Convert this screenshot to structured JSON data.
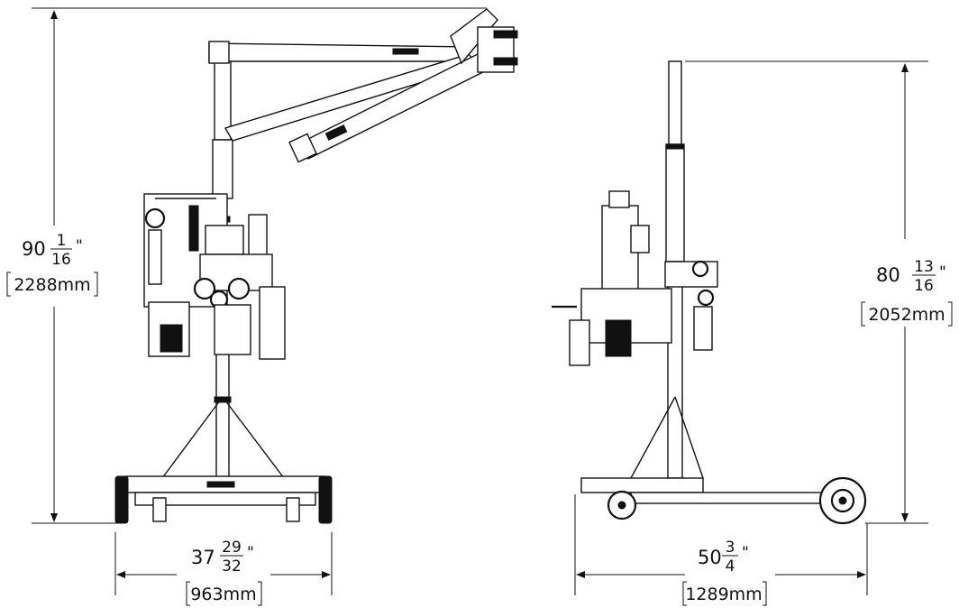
{
  "dimensions": {
    "front_height": {
      "whole": "90",
      "num": "1",
      "den": "16",
      "unit": "\"",
      "mm": "2288mm"
    },
    "side_height": {
      "whole": "80",
      "num": "13",
      "den": "16",
      "unit": "\"",
      "mm": "2052mm"
    },
    "front_width": {
      "whole": "37",
      "num": "29",
      "den": "32",
      "unit": "\"",
      "mm": "963mm"
    },
    "side_length": {
      "whole": "50",
      "num": "3",
      "den": "4",
      "unit": "\"",
      "mm": "1289mm"
    }
  },
  "colors": {
    "line": "#111111",
    "background": "#ffffff"
  }
}
